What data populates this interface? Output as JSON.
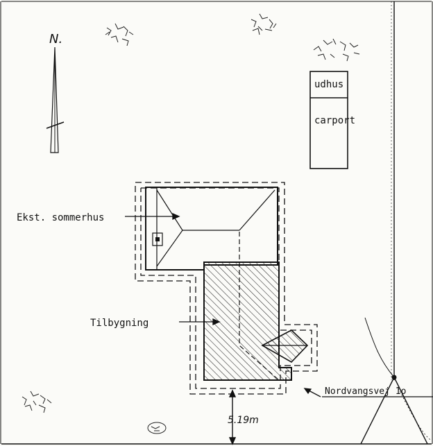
{
  "north_label": "N.",
  "labels": {
    "udhus": "udhus",
    "carport": "carport",
    "existing": "Ekst. sommerhus",
    "extension": "Tilbygning",
    "address": "Nordvangsvej 1o",
    "distance": "5.19m"
  }
}
